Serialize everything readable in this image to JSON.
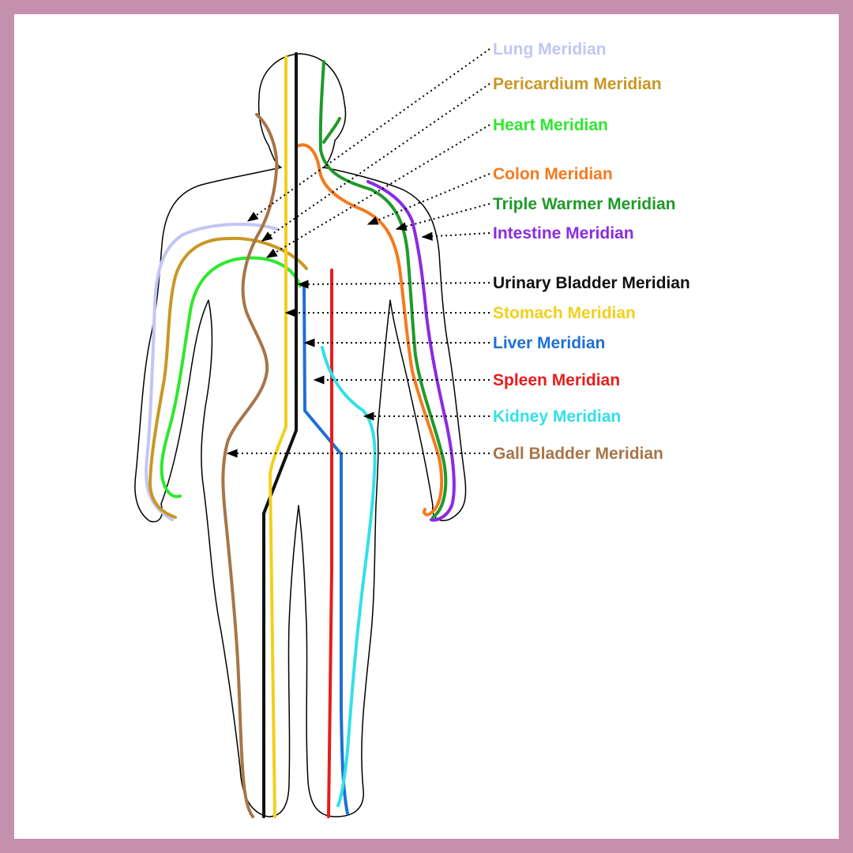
{
  "theme": {
    "frame_color": "#c490ad",
    "background": "#ffffff",
    "outline_color": "#000000"
  },
  "meridians": [
    {
      "id": "lung",
      "label": "Lung Meridian",
      "color": "#c2c5f5"
    },
    {
      "id": "pericardium",
      "label": "Pericardium Meridian",
      "color": "#c99724"
    },
    {
      "id": "heart",
      "label": "Heart Meridian",
      "color": "#2ee82e"
    },
    {
      "id": "colon",
      "label": "Colon Meridian",
      "color": "#f47a1d"
    },
    {
      "id": "triple-warmer",
      "label": "Triple Warmer Meridian",
      "color": "#1f9a2a"
    },
    {
      "id": "intestine",
      "label": "Intestine Meridian",
      "color": "#8a2be2"
    },
    {
      "id": "urinary-bladder",
      "label": "Urinary Bladder Meridian",
      "color": "#111111"
    },
    {
      "id": "stomach",
      "label": "Stomach Meridian",
      "color": "#f2cf1c"
    },
    {
      "id": "liver",
      "label": "Liver Meridian",
      "color": "#1f6fd6"
    },
    {
      "id": "spleen",
      "label": "Spleen Meridian",
      "color": "#e61d1d"
    },
    {
      "id": "kidney",
      "label": "Kidney Meridian",
      "color": "#33e0e8"
    },
    {
      "id": "gall-bladder",
      "label": "Gall Bladder Meridian",
      "color": "#a87548"
    }
  ]
}
